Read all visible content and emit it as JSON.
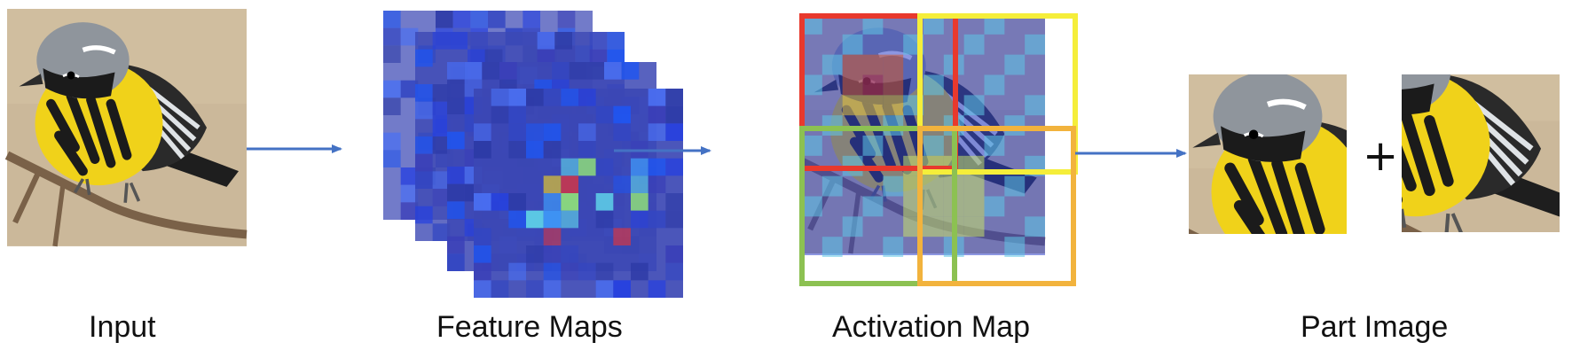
{
  "labels": {
    "input": "Input",
    "feature_maps": "Feature Maps",
    "activation_map": "Activation Map",
    "part_image": "Part Image"
  },
  "plus_sign": "+",
  "colors": {
    "arrow": "#4472c4",
    "part_box_1": "#e8392d",
    "part_box_2": "#f5ee3a",
    "part_box_3": "#8cc152",
    "part_box_4": "#f2b33d",
    "feature_base": "#2c3aa6",
    "bird_yellow": "#f0d21a",
    "bird_black": "#1b1b1b",
    "bird_gray": "#8f959c",
    "background_tan": "#cbb89a"
  },
  "icons": [
    "bird-image",
    "feature-map-stack",
    "activation-heatmap",
    "part-crop-head",
    "part-crop-wing",
    "arrow-icon"
  ]
}
